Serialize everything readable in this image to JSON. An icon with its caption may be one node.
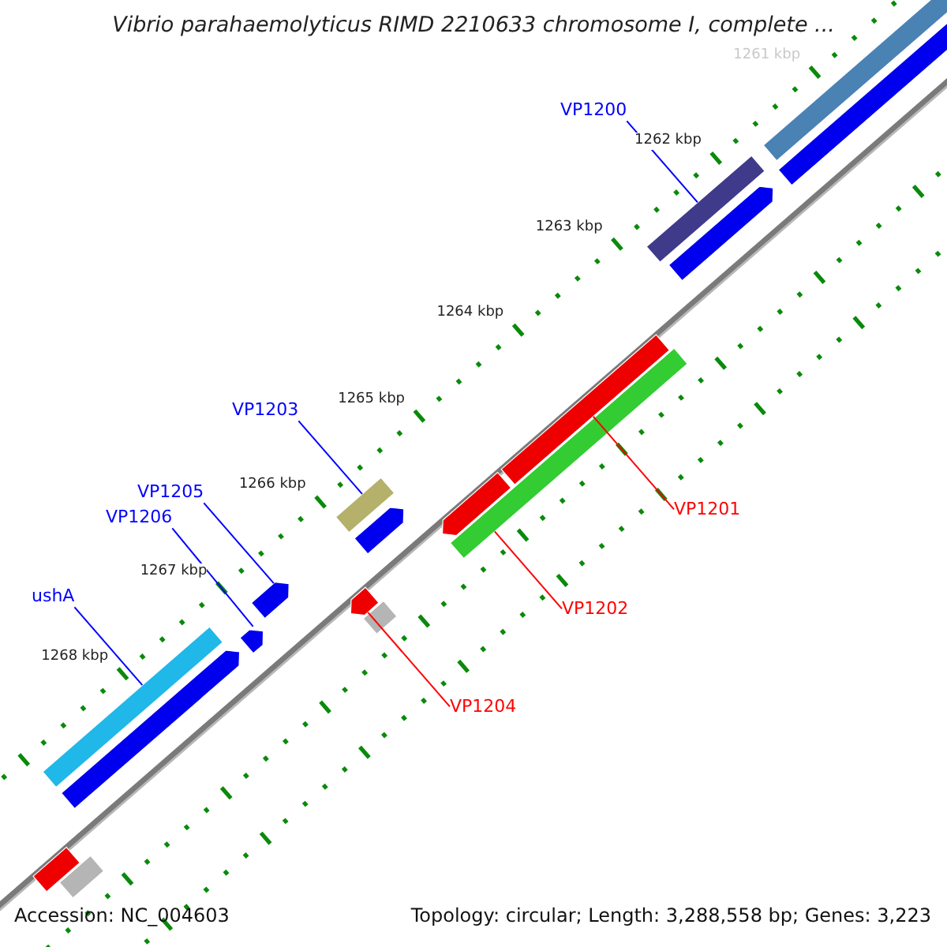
{
  "diagram": {
    "title": "Vibrio parahaemolyticus RIMD 2210633 chromosome I, complete ...",
    "nodes": [
      {
        "text": [
          "VP1200"
        ]
      },
      {
        "text": [],
        "shape": "bar"
      },
      {
        "text": [
          "VP1203"
        ]
      },
      {
        "text": [],
        "shape": "bar"
      },
      {
        "text": [
          "VP1201"
        ]
      },
      {
        "text": [],
        "shape": "bar"
      },
      {
        "text": [
          "VP1205"
        ]
      },
      {
        "text": [],
        "shape": "bar"
      },
      {
        "text": [
          "VP1206"
        ]
      },
      {
        "text": [],
        "shape": "bar"
      },
      {
        "text": [
          "ushA"
        ]
      },
      {
        "text": [],
        "shape": "bar"
      },
      {
        "text": [
          "VP1202"
        ]
      },
      {
        "text": [],
        "shape": "bar"
      },
      {
        "text": [
          "VP1204"
        ]
      },
      {
        "text": [],
        "shape": "bar"
      },
      {
        "text": [],
        "shape": "bar"
      },
      {
        "text": [],
        "shape": "bar"
      },
      {
        "text": [],
        "shape": "bar"
      },
      {
        "text": [],
        "shape": "bar"
      },
      {
        "text": [],
        "shape": "bar"
      },
      {
        "text": [],
        "shape": "bar"
      },
      {
        "text": [],
        "shape": "bar"
      },
      {
        "text": [],
        "shape": "bar"
      },
      {
        "text": [],
        "shape": "bar"
      }
    ],
    "edges": [
      {
        "from": 0,
        "to": 1,
        "arrow": "none"
      },
      {
        "from": 2,
        "to": 3,
        "arrow": "none"
      },
      {
        "from": 4,
        "to": 5,
        "arrow": "none",
        "color": "#ff0000"
      },
      {
        "from": 6,
        "to": 7,
        "arrow": "none"
      },
      {
        "from": 8,
        "to": 9,
        "arrow": "none"
      },
      {
        "from": 10,
        "to": 11,
        "arrow": "none"
      },
      {
        "from": 12,
        "to": 13,
        "arrow": "none",
        "color": "#ff0000"
      },
      {
        "from": 14,
        "to": 15,
        "arrow": "none",
        "color": "#ff0000"
      }
    ],
    "labels": [
      "1261 kbp",
      "1262 kbp",
      "1263 kbp",
      "1264 kbp",
      "1265 kbp",
      "1266 kbp",
      "1267 kbp",
      "1268 kbp",
      "Accession: NC_004603",
      "Topology: circular; Length: 3,288,558 bp; Genes: 3,223"
    ]
  }
}
